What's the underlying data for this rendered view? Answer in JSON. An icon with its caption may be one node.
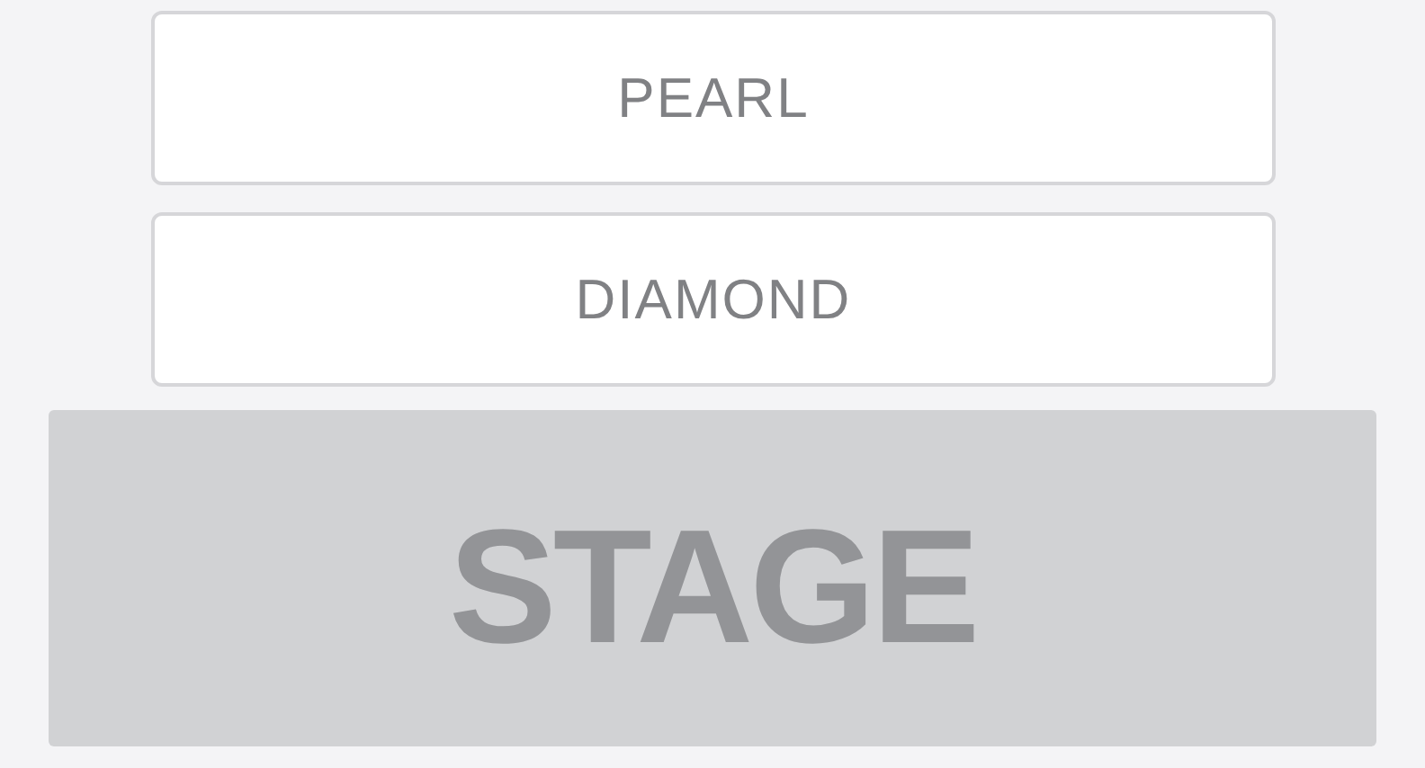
{
  "diagram": {
    "nodes": [
      {
        "text": [
          "PEARL"
        ]
      },
      {
        "text": [
          "DIAMOND"
        ]
      },
      {
        "text": [
          "STAGE"
        ]
      }
    ]
  }
}
